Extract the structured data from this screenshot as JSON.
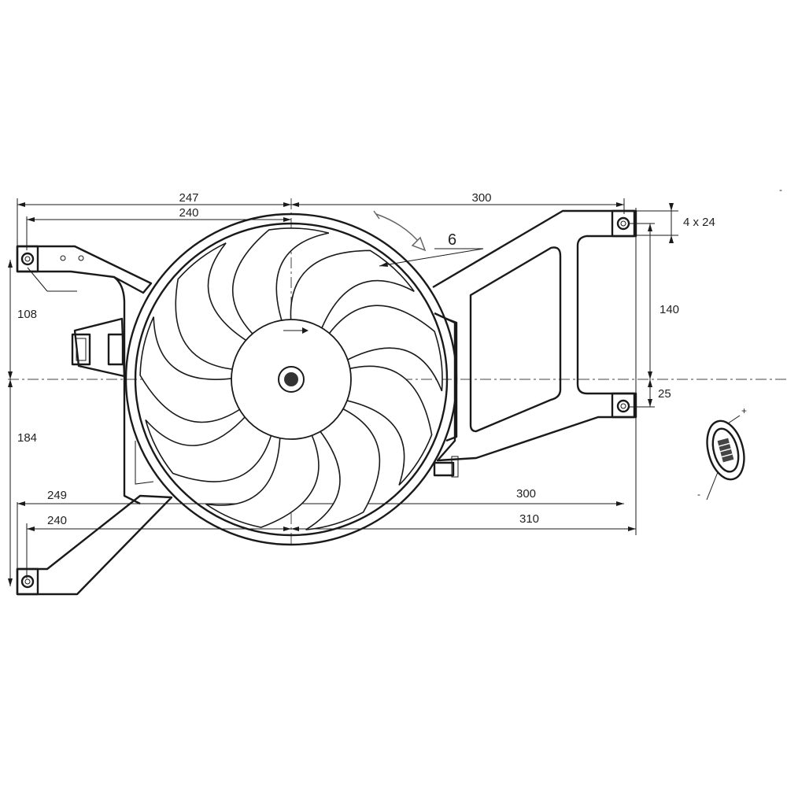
{
  "drawing": {
    "dimensions": {
      "top_total": "247",
      "top_inner": "240",
      "top_right": "300",
      "hole_spec": "4 x 24",
      "right_height": "140",
      "right_offset": "25",
      "left_upper": "108",
      "left_lower": "184",
      "bottom_upper_left": "249",
      "bottom_upper_right": "300",
      "bottom_lower_left": "240",
      "bottom_lower_right": "310"
    },
    "fan_callout": "6",
    "connector": {
      "plus": "+",
      "minus": "-"
    },
    "corner_mark": "-"
  }
}
